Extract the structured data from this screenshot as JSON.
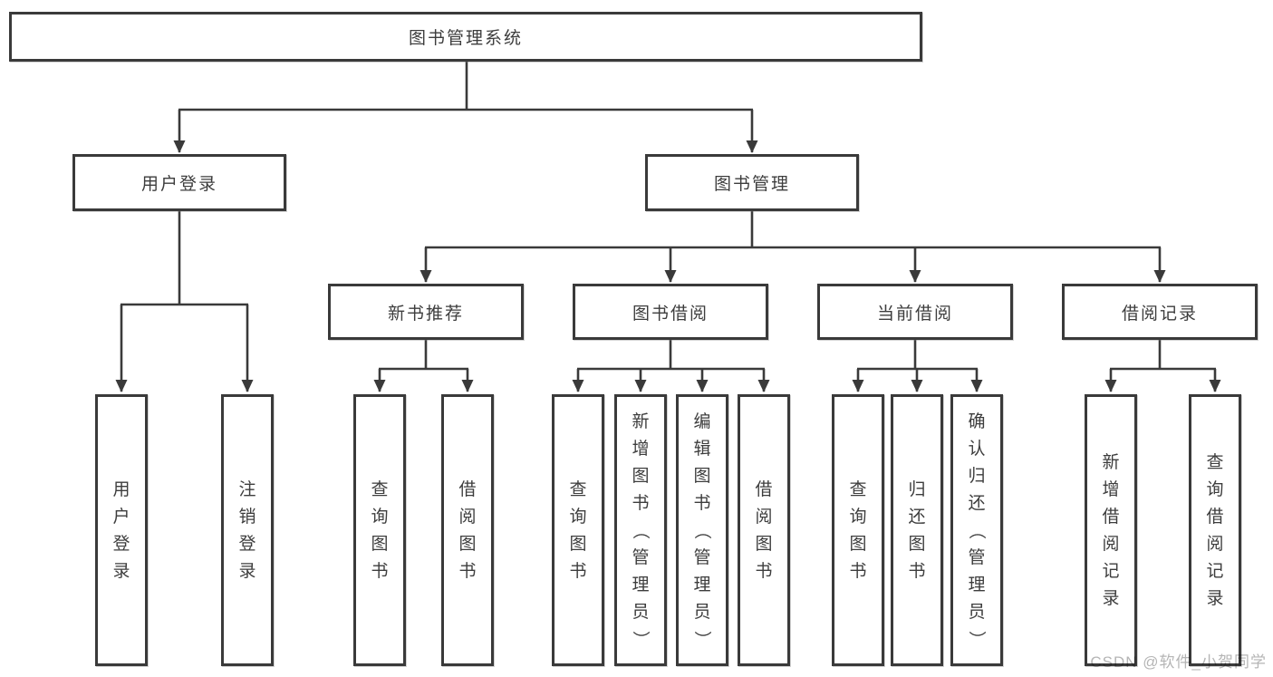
{
  "diagram": {
    "root": {
      "label": "图书管理系统"
    },
    "level1": [
      {
        "label": "用户登录"
      },
      {
        "label": "图书管理"
      }
    ],
    "level2": [
      {
        "label": "新书推荐"
      },
      {
        "label": "图书借阅"
      },
      {
        "label": "当前借阅"
      },
      {
        "label": "借阅记录"
      }
    ],
    "leaves": {
      "user_login": [
        "用户登录",
        "注销登录"
      ],
      "new_book": [
        "查询图书",
        "借阅图书"
      ],
      "book_borrow": [
        "查询图书",
        "新增图书（管理员）",
        "编辑图书（管理员）",
        "借阅图书"
      ],
      "current_borrow": [
        "查询图书",
        "归还图书",
        "确认归还（管理员）"
      ],
      "borrow_record": [
        "新增借阅记录",
        "查询借阅记录"
      ]
    }
  },
  "watermark": "CSDN @软件_小贺同学",
  "colors": {
    "line": "#3a3a3a",
    "text": "#3d3d3d",
    "watermark_text": "#b5b5b5",
    "background": "#ffffff"
  }
}
